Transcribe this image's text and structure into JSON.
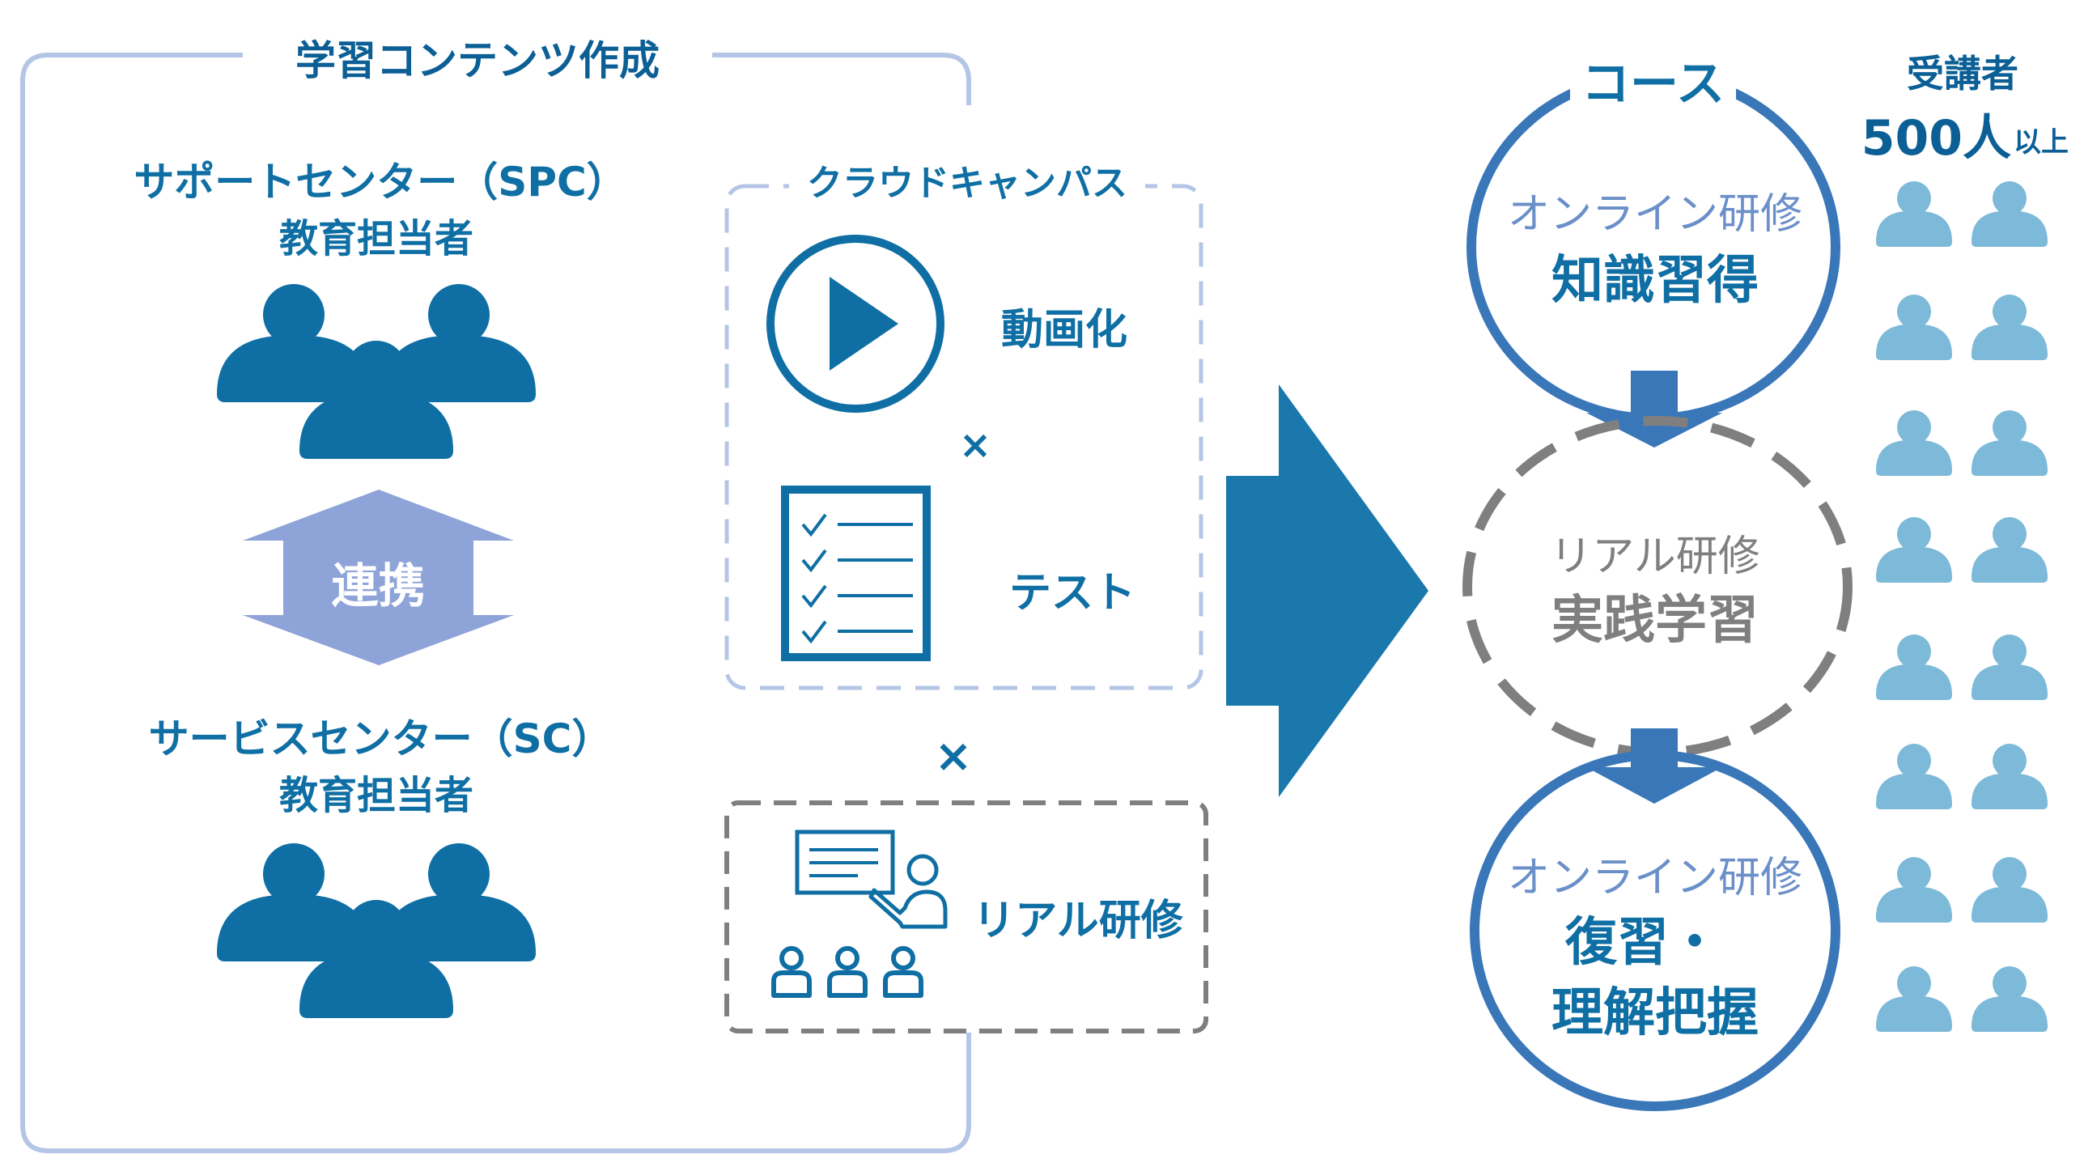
{
  "left_panel": {
    "title": "学習コンテンツ作成",
    "spc_title": "サポートセンター（SPC）",
    "spc_sub": "教育担当者",
    "link_label": "連携",
    "sc_title": "サービスセンター（SC）",
    "sc_sub": "教育担当者"
  },
  "cloud_campus": {
    "title": "クラウドキャンパス",
    "video_label": "動画化",
    "times1": "×",
    "test_label": "テスト"
  },
  "times2": "×",
  "real_training": {
    "label": "リアル研修"
  },
  "course": {
    "title": "コース",
    "step1_line1": "オンライン研修",
    "step1_line2": "知識習得",
    "step2_line1": "リアル研修",
    "step2_line2": "実践学習",
    "step3_line1": "オンライン研修",
    "step3_line2": "復習・",
    "step3_line3": "理解把握"
  },
  "participants": {
    "label": "受講者",
    "count": "500人",
    "suffix": "以上"
  },
  "colors": {
    "primary_blue": "#0f6fa4",
    "arrow_blue": "#1a78ad",
    "light_blue_person": "#7db9d8",
    "panel_border": "#b4c5e6",
    "link_arrow": "#8ea3d8",
    "grey": "#7f7f7f"
  }
}
